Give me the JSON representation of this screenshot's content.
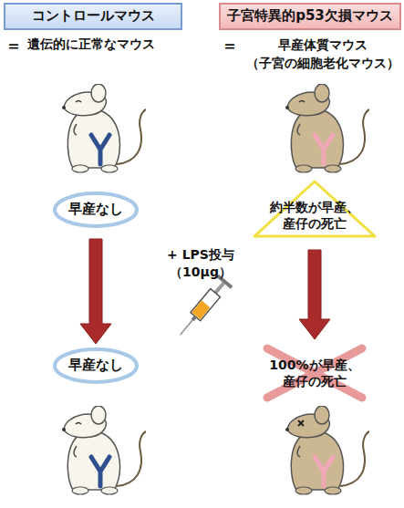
{
  "diagram": {
    "nodes": [
      {
        "text": [
          "コントロールマウス"
        ]
      },
      {
        "text": [
          "子宮特異的p53欠損マウス"
        ]
      },
      {
        "text": [
          "早産なし"
        ]
      },
      {
        "text": [
          "約半数が早産、 産仔の死亡"
        ]
      },
      {
        "text": [
          "早産なし"
        ]
      },
      {
        "text": [
          "100%が早産、 産仔の死亡"
        ]
      }
    ],
    "edges": [
      {
        "from": 2,
        "to": 4,
        "arrow": "to"
      },
      {
        "from": 3,
        "to": 5,
        "arrow": "to"
      }
    ],
    "labels": [
      "＝",
      "遺伝的に正常なマウス",
      "＝",
      "早産体質マウス （子宮の細胞老化マウス）",
      "+ LPS投与",
      "（10μg）"
    ]
  }
}
